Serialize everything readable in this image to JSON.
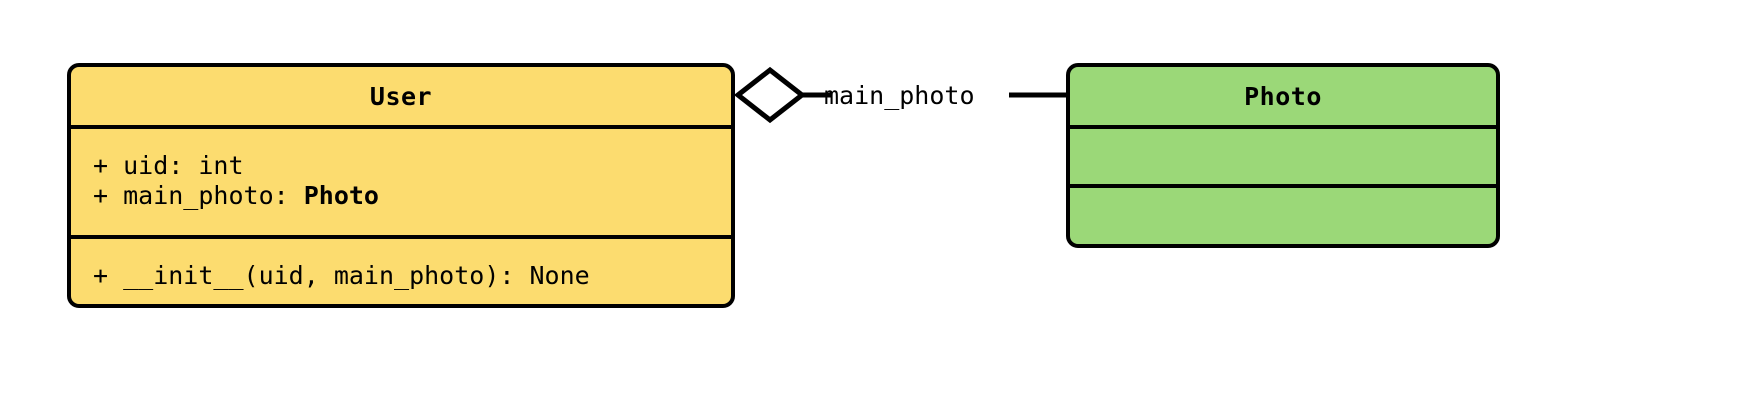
{
  "diagram": {
    "type": "uml-class-diagram",
    "background_color": "#ffffff",
    "line_color": "#000000",
    "classes": [
      {
        "name": "User",
        "fill_color": "#fcdc6f",
        "attributes": [
          {
            "text": "+ uid: int",
            "prefix": "+ uid: ",
            "type": "int",
            "type_bold": false
          },
          {
            "text": "+ main_photo: Photo",
            "prefix": "+ main_photo: ",
            "type": "Photo",
            "type_bold": true
          }
        ],
        "methods": [
          {
            "text": "+ __init__(uid, main_photo): None"
          }
        ]
      },
      {
        "name": "Photo",
        "fill_color": "#9bd878",
        "attributes": [],
        "methods": []
      }
    ],
    "relationships": [
      {
        "kind": "aggregation",
        "label": "main_photo",
        "source": "User",
        "target": "Photo",
        "diamond_fill": "#ffffff",
        "diamond_stroke": "#000000"
      }
    ]
  }
}
